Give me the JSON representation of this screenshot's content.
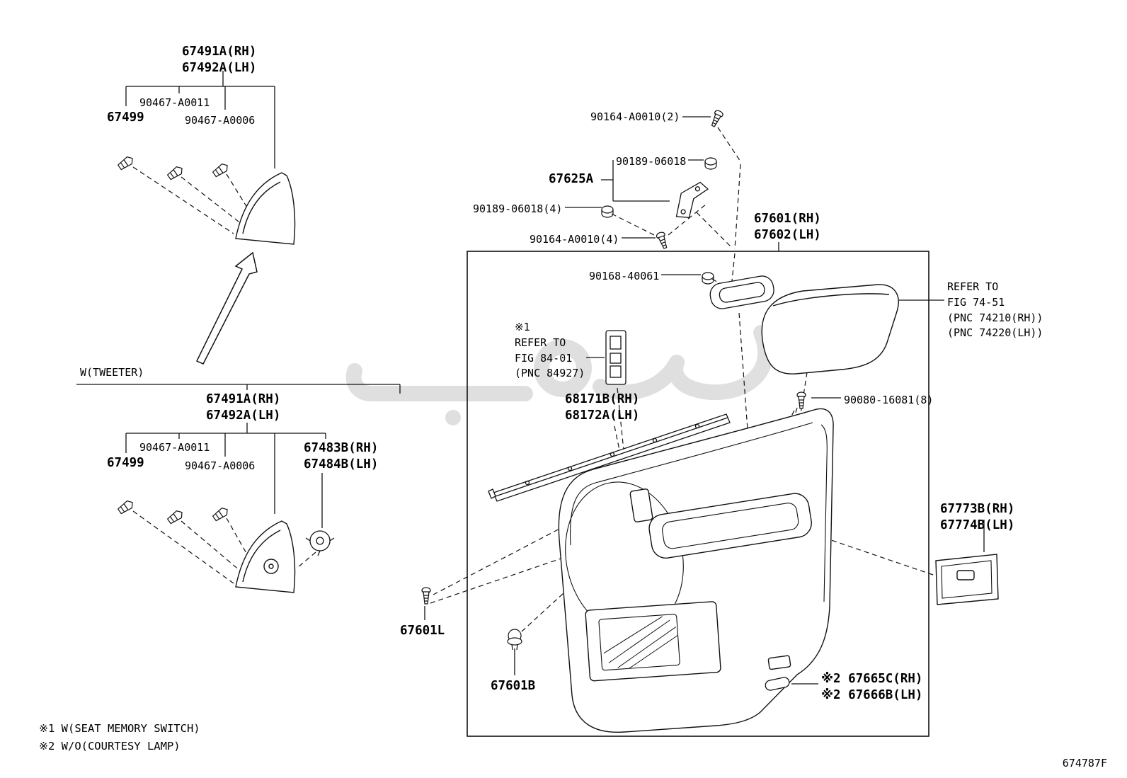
{
  "figure_code": "674787F",
  "notes": {
    "memory_switch": "※1 W(SEAT MEMORY SWITCH)",
    "courtesy_lamp": "※2 W/O(COURTESY LAMP)"
  },
  "labels": {
    "trim_top": "67491A(RH)\n67492A(LH)",
    "clip_a0011_top": "90467-A0011",
    "p67499_top": "67499",
    "clip_a0006_top": "90467-A0006",
    "screw_a0010_2": "90164-A0010(2)",
    "p90189_06018": "90189-06018",
    "p67625a": "67625A",
    "p90189_06018_4": "90189-06018(4)",
    "p90164_a0010_4": "90164-A0010(4)",
    "door_trim": "67601(RH)\n67602(LH)",
    "p90168_40061": "90168-40061",
    "refer_7451": "REFER TO\nFIG 74-51\n(PNC 74210(RH))\n(PNC 74220(LH))",
    "refer_8401": "※1\nREFER TO\nFIG 84-01\n(PNC 84927)",
    "weatherstrip": "68171B(RH)\n68172A(LH)",
    "p90080_16081_8": "90080-16081(8)",
    "tweeter": "W(TWEETER)",
    "trim_bottom": "67491A(RH)\n67492A(LH)",
    "clip_a0011_bot": "90467-A0011",
    "p67499_bot": "67499",
    "clip_a0006_bot": "90467-A0006",
    "p67483b": "67483B(RH)\n67484B(LH)",
    "p67601l": "67601L",
    "p67601b": "67601B",
    "p67773b": "67773B(RH)\n67774B(LH)",
    "p67665c": "※2 67665C(RH)\n※2 67666B(LH)"
  }
}
